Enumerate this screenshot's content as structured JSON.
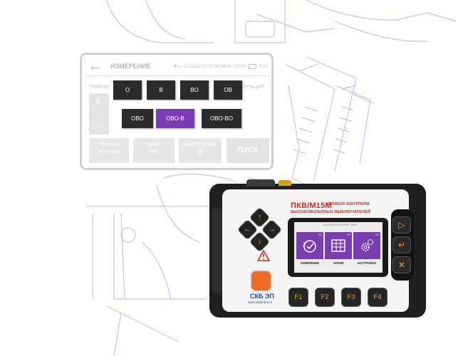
{
  "panel": {
    "back_icon": "arrow-left-icon",
    "title": "ИЗМЕРЕНИЕ",
    "status_text": "10/11/2023 00:00  MEM: 100%",
    "battery_percent": "41%",
    "left_label": "ГЛАВНЫ",
    "right_label": "ЕРАЦИИ",
    "a_label": "A",
    "modes": [
      "O",
      "B",
      "BO",
      "OB",
      "OBO",
      "OBO-B",
      "OBO-BO"
    ],
    "active_mode": "OBO-B",
    "bottom": {
      "mode_title": "РЕЖИМ",
      "mode_value": "Бл. прыг",
      "cycle_title": "ЦИКЛ",
      "cycle_value": "BO",
      "settings_title": "НАСТРОЙКИ",
      "start_label": "ПУСК"
    }
  },
  "device": {
    "model": "ПКВ/М15М",
    "subtitle_1": "ПРИБОР КОНТРОЛЯ",
    "subtitle_2": "ВЫСОКОВОЛЬТНЫХ ВЫКЛЮЧАТЕЛЕЙ",
    "brand": "СКБ ЭП",
    "brand_url": "www.skbpribor.ru",
    "accent_color": "#7a3db0",
    "key_color": "#f0a030",
    "screen": {
      "status": "10/11/2023 00:00  MEM: 100%",
      "tiles": [
        {
          "key": "F1",
          "label": "ИЗМЕРЕНИЕ",
          "icon": "measurement-icon"
        },
        {
          "key": "F2",
          "label": "АРХИВ",
          "icon": "archive-grid-icon"
        },
        {
          "key": "F3",
          "label": "НАСТРОЙКИ",
          "icon": "gears-icon"
        }
      ]
    },
    "side_buttons": [
      "▷",
      "↵",
      "✕"
    ],
    "function_keys": [
      "F1",
      "F2",
      "F3",
      "F4"
    ]
  }
}
